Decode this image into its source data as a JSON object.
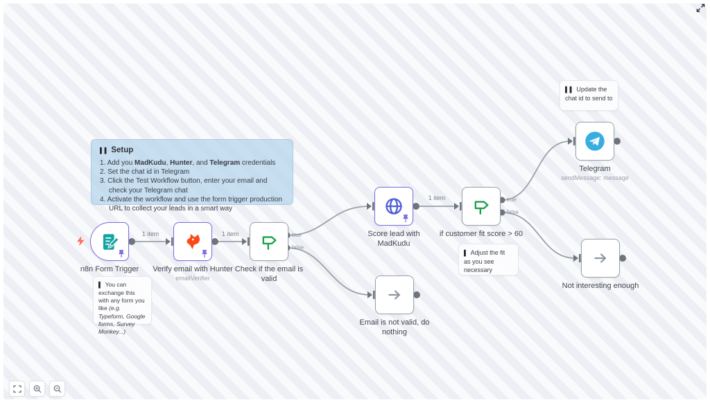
{
  "colors": {
    "pinned_border": "#7d6be0",
    "node_border": "#9aa1aa",
    "wire_gray": "#9ba1a8",
    "form_teal": "#14a5a3",
    "hunter_orange": "#fa4b17",
    "globe_blue": "#4c5ed8",
    "if_green": "#18a14b",
    "telegram_blue": "#37aee2",
    "noop_gray": "#8e959d",
    "bolt_red": "#ff6d5a"
  },
  "nodes": [
    {
      "label": "n8n Form Trigger"
    },
    {
      "label": "Verify email with Hunter",
      "sub": "emailVerifier"
    },
    {
      "label": "Check if the email is valid",
      "out_true": "true",
      "out_false": "false"
    },
    {
      "label": "Score lead with MadKudu"
    },
    {
      "label": "if customer fit score > 60",
      "out_true": "true",
      "out_false": "false"
    },
    {
      "label": "Telegram",
      "sub": "sendMessage: message"
    },
    {
      "label": "Email is not valid, do nothing"
    },
    {
      "label": "Not interesting enough"
    }
  ],
  "edges": {
    "label_1": "1 item",
    "label_2": "1 item",
    "label_3": "1 item"
  },
  "notes": {
    "setup": {
      "glyph": "▌▌",
      "title": "Setup",
      "item1_pre": "1. Add you ",
      "item1_bold1": "MadKudu",
      "item1_sep1": ", ",
      "item1_bold2": "Hunter",
      "item1_sep2": ", and ",
      "item1_bold3": "Telegram",
      "item1_post": " credentials",
      "item2": "2. Set the chat id in Telegram",
      "item3": "3. Click the Test Workflow button, enter your email and check your Telegram chat",
      "item4": "4. Activate the workflow and use the form trigger production URL to collect your leads in a smart way"
    },
    "exchange": {
      "glyph": "▌",
      "pre": "You can exchange this with any form you like ",
      "italic": "(e.g. Typeform, Google forms, Survey Monkey...)"
    },
    "adjust": {
      "glyph": "▌",
      "text": "Adjust the fit as you see necessary"
    },
    "update_chat": {
      "glyph": "▌▌",
      "text": "Update the chat id to send to"
    }
  },
  "controls": {
    "buttons": [
      "fit-view",
      "zoom-in",
      "zoom-out"
    ],
    "expand": "expand"
  }
}
